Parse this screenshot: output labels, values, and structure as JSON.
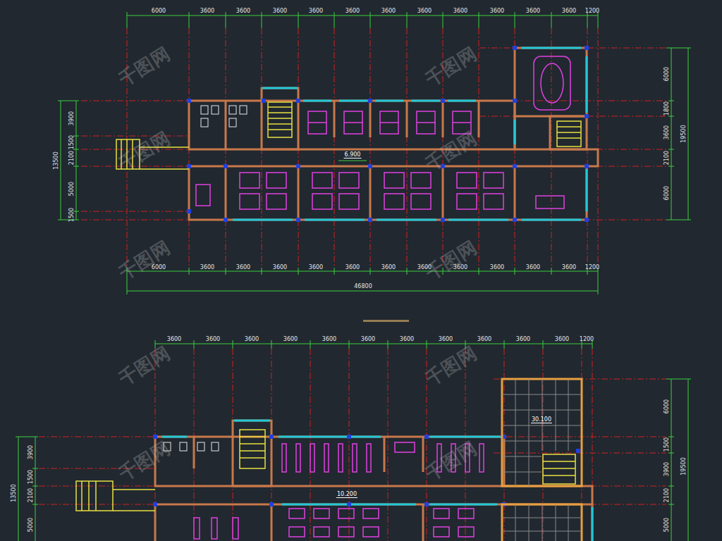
{
  "diagram": {
    "labels": [
      "6000",
      "3600",
      "3600",
      "3600",
      "3600",
      "3600",
      "3600",
      "3600",
      "3600",
      "3600",
      "3600",
      "3600",
      "1200",
      "6000",
      "3600",
      "3600",
      "3600",
      "3600",
      "3600",
      "3600",
      "3600",
      "3600",
      "3600",
      "3600",
      "3600",
      "1200",
      "46800",
      "3900",
      "1500",
      "2100",
      "5000",
      "1500",
      "13500",
      "6000",
      "1800",
      "3600",
      "2100",
      "6000",
      "19500",
      "6.900",
      "3600",
      "3600",
      "3600",
      "3600",
      "3600",
      "3600",
      "3600",
      "3600",
      "3600",
      "3600",
      "3600",
      "1200",
      "3900",
      "1500",
      "2100",
      "5000",
      "13500",
      "6000",
      "1500",
      "3900",
      "2100",
      "5000",
      "19500",
      "10.200",
      "30.100",
      "千图网",
      "千图网",
      "千图网",
      "千图网",
      "千图网",
      "千图网",
      "千图网",
      "千图网",
      "千图网",
      "千图网"
    ]
  }
}
